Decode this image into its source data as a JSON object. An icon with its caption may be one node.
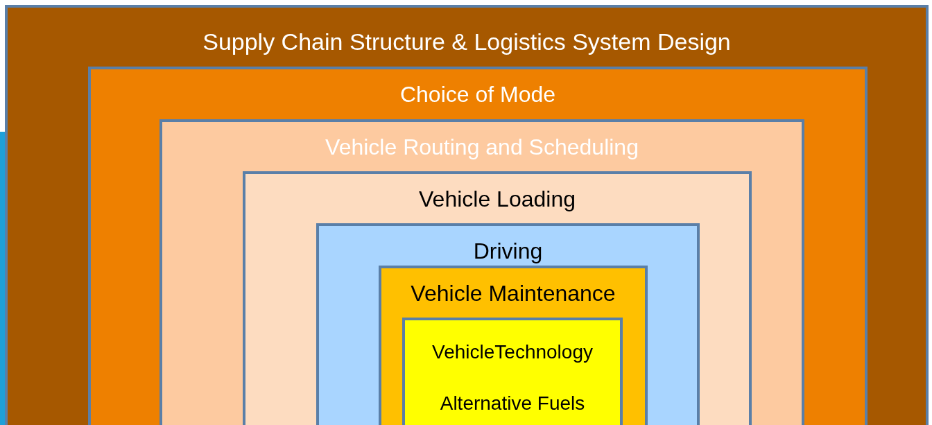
{
  "diagram": {
    "nodes": [
      {
        "text": [
          "Supply Chain Structure & Logistics System Design"
        ]
      },
      {
        "text": [
          "Choice of Mode"
        ],
        "in": 0
      },
      {
        "text": [
          "Vehicle Routing and Scheduling"
        ],
        "in": 1
      },
      {
        "text": [
          "Vehicle Loading"
        ],
        "in": 2
      },
      {
        "text": [
          "Driving"
        ],
        "in": 3
      },
      {
        "text": [
          "Vehicle Maintenance"
        ],
        "in": 4
      },
      {
        "text": [
          "VehicleTechnology",
          "Alternative Fuels"
        ],
        "in": 5
      }
    ]
  }
}
